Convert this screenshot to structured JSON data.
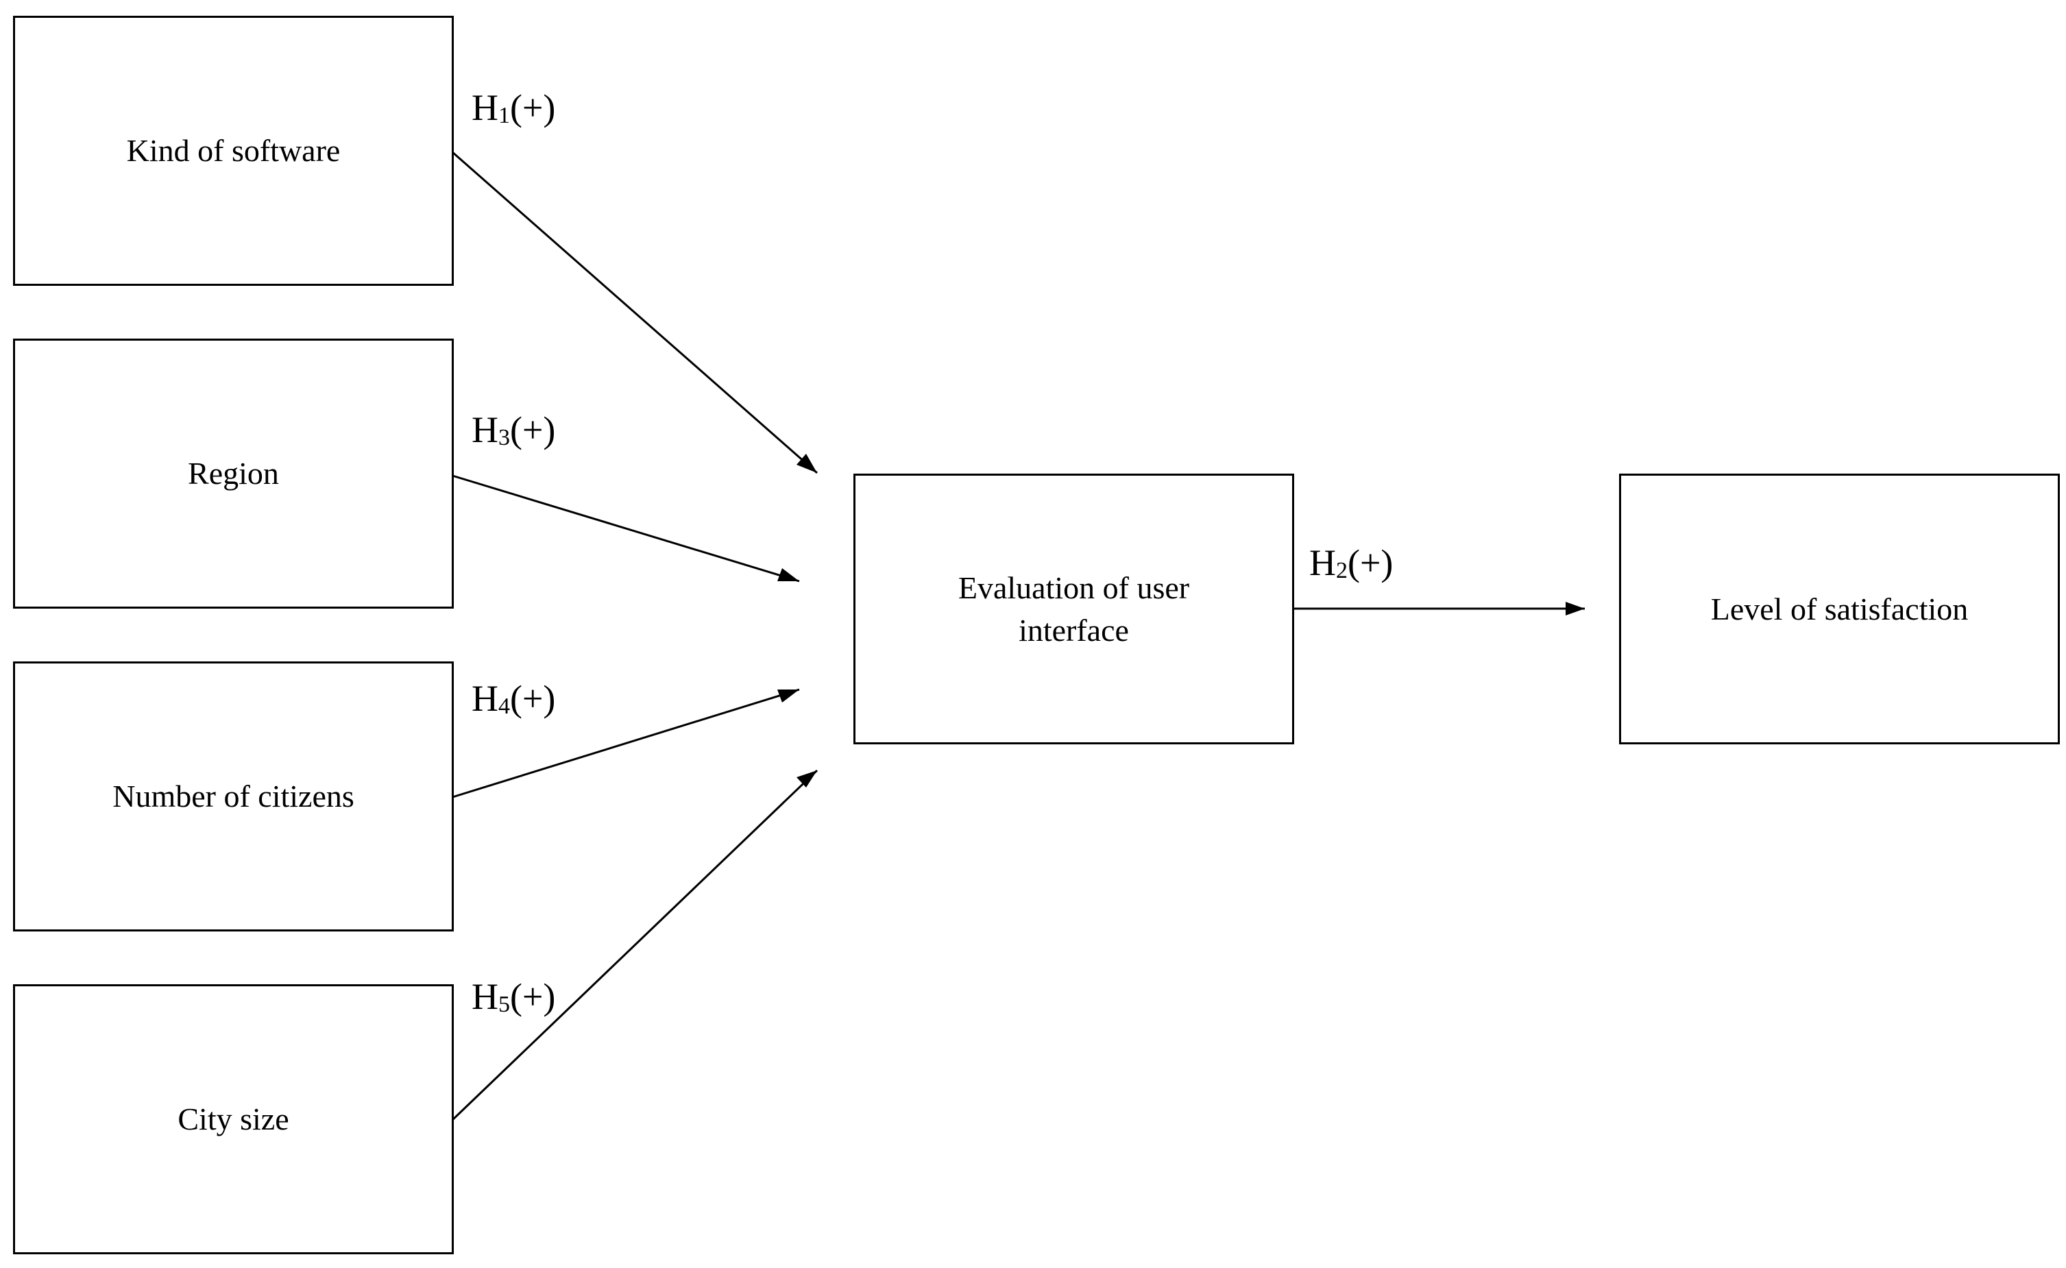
{
  "colors": {
    "stroke": "#000000",
    "background": "#ffffff"
  },
  "boxes": {
    "kind_of_software": "Kind of software",
    "region": "Region",
    "number_of_citizens": "Number of citizens",
    "city_size": "City size",
    "evaluation": "Evaluation of user interface",
    "satisfaction": "Level of satisfaction"
  },
  "hypotheses": {
    "h1": {
      "letter": "H",
      "index": "1",
      "sign": "(+)"
    },
    "h2": {
      "letter": "H",
      "index": "2",
      "sign": "(+)"
    },
    "h3": {
      "letter": "H",
      "index": "3",
      "sign": "(+)"
    },
    "h4": {
      "letter": "H",
      "index": "4",
      "sign": "(+)"
    },
    "h5": {
      "letter": "H",
      "index": "5",
      "sign": "(+)"
    }
  }
}
